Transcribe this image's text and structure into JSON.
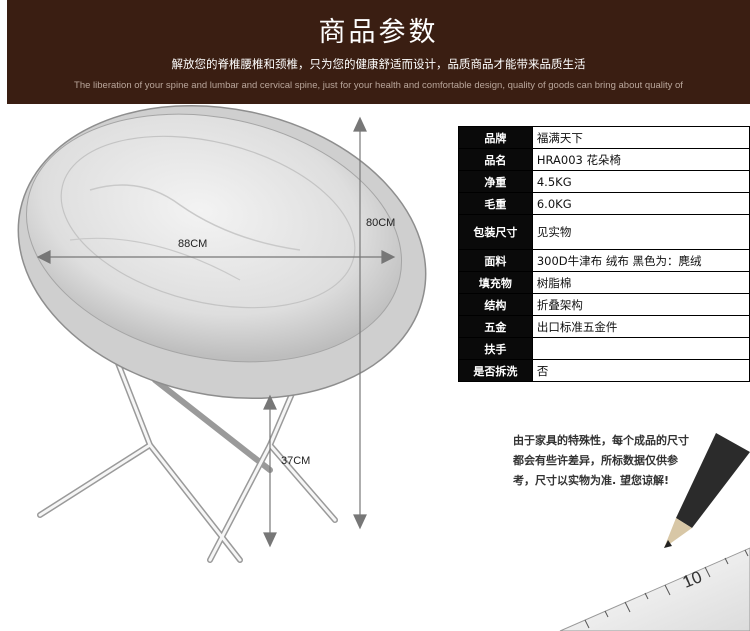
{
  "header": {
    "title": "商品参数",
    "subtitle": "解放您的脊椎腰椎和颈椎，只为您的健康舒适而设计，品质商品才能带来品质生活",
    "subtitle_en": "The liberation of your spine and lumbar and cervical spine, just for your health and comfortable design, quality of goods can bring about quality of"
  },
  "dimensions": {
    "width": "88CM",
    "height": "80CM",
    "seat_height": "37CM"
  },
  "spec_rows": [
    {
      "label": "品牌",
      "value": "福满天下"
    },
    {
      "label": "品名",
      "value": "HRA003 花朵椅"
    },
    {
      "label": "净重",
      "value": "4.5KG"
    },
    {
      "label": "毛重",
      "value": "6.0KG"
    },
    {
      "label": "包装尺寸",
      "value": "见实物"
    },
    {
      "label": "面料",
      "value": "300D牛津布    绒布    黑色为：麂绒"
    },
    {
      "label": "填充物",
      "value": "树脂棉"
    },
    {
      "label": "结构",
      "value": "折叠架构"
    },
    {
      "label": "五金",
      "value": "出口标准五金件"
    },
    {
      "label": "扶手",
      "value": ""
    },
    {
      "label": "是否拆洗",
      "value": "否"
    }
  ],
  "note": "由于家具的特殊性，每个成品的尺寸都会有些许差异，所标数据仅供参考，尺寸以实物为准. 望您谅解!",
  "ruler": {
    "marks": [
      "10"
    ]
  },
  "colors": {
    "header_bg": "#3a1e12",
    "label_bg": "#0a0a0a"
  }
}
